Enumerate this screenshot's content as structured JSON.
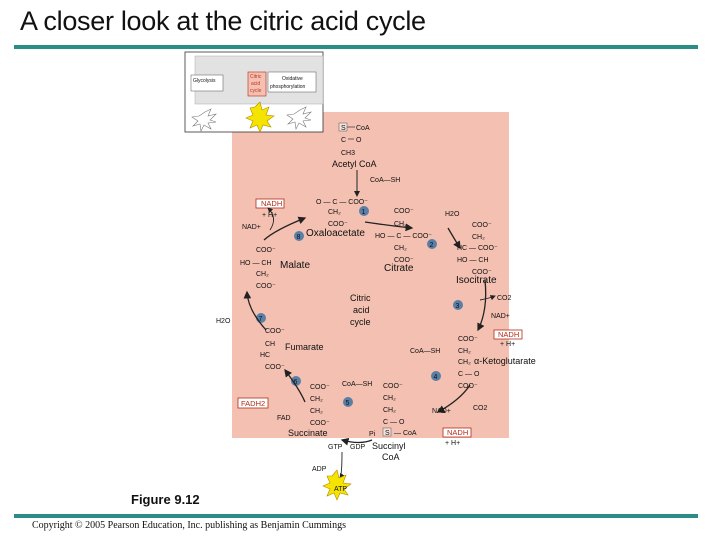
{
  "title": "A closer look at the citric acid cycle",
  "figure_label": "Figure 9.12",
  "copyright": "Copyright © 2005 Pearson Education, Inc. publishing as Benjamin Cummings",
  "overview": {
    "glycolysis": "Glycolysis",
    "citric_line1": "Citric",
    "citric_line2": "acid",
    "citric_line3": "cycle",
    "oxidative_line1": "Oxidative",
    "oxidative_line2": "phosphorylation"
  },
  "center_label": {
    "line1": "Citric",
    "line2": "acid",
    "line3": "cycle"
  },
  "acetyl_coa": {
    "s": "S",
    "coa": "CoA",
    "c": "C",
    "o": "O",
    "ch3": "CH3",
    "name": "Acetyl CoA"
  },
  "coa_sh": "CoA—SH",
  "steps": [
    "1",
    "2",
    "3",
    "4",
    "5",
    "6",
    "7",
    "8"
  ],
  "molecules": {
    "oxaloacetate": "Oxaloacetate",
    "citrate": "Citrate",
    "isocitrate": "Isocitrate",
    "ketoglutarate": "α-Ketoglutarate",
    "succinyl_coa_line1": "Succinyl",
    "succinyl_coa_line2": "CoA",
    "succinate": "Succinate",
    "fumarate": "Fumarate",
    "malate": "Malate"
  },
  "cofactors": {
    "nadh_top": "NADH",
    "h_plus_top": "+ H+",
    "nad_top": "NAD+",
    "h2o_top": "H2O",
    "co2_3": "CO2",
    "nad_3": "NAD+",
    "nadh_3": "NADH",
    "h_plus_3": "+ H+",
    "coa_sh_4": "CoA—SH",
    "co2_4": "CO2",
    "nad_4": "NAD+",
    "nadh_4": "NADH",
    "h_plus_4": "+ H+",
    "coa_sh_5": "CoA—SH",
    "pi": "Pi",
    "gtp": "GTP",
    "gdp": "GDP",
    "adp": "ADP",
    "atp": "ATP",
    "fadh2": "FADH2",
    "fad": "FAD",
    "h2o_7": "H2O"
  },
  "colors": {
    "cycle_bg": "#f3c0b1",
    "step_circle": "#5a7fa7",
    "nadh_box": "#b42a18",
    "atp_star": "#f5e400",
    "rule": "#2a8e86"
  }
}
